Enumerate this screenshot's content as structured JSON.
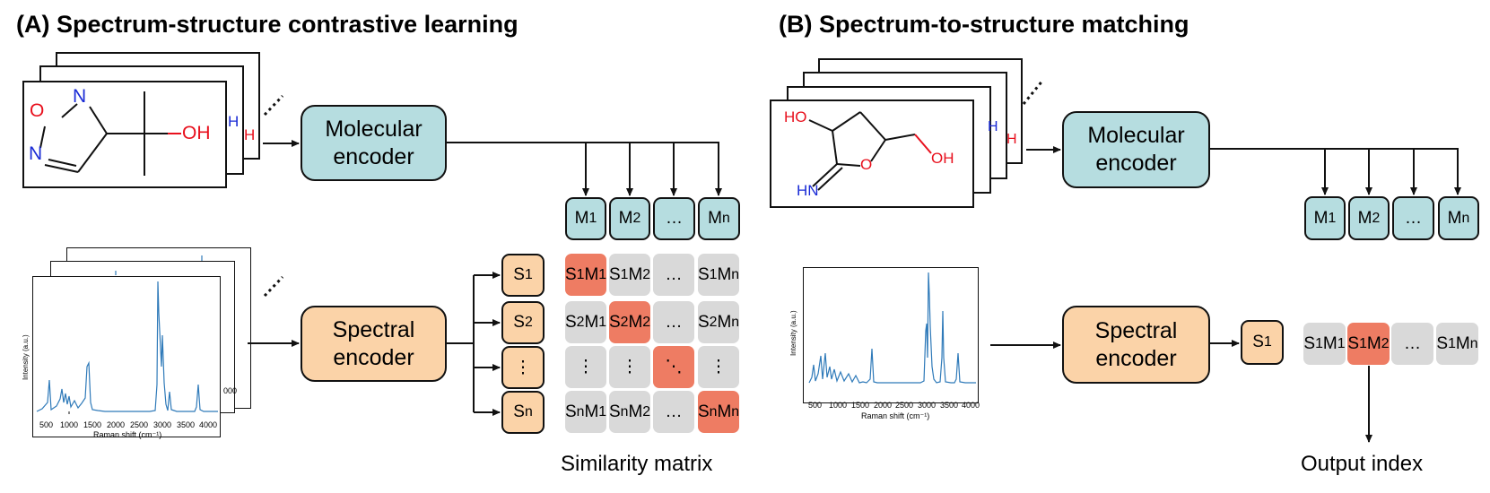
{
  "panelA": {
    "title": "(A) Spectrum-structure contrastive learning",
    "molecule": {
      "atoms": [
        "O",
        "N",
        "N",
        "OH"
      ],
      "behind_atom": "H"
    },
    "molecular_encoder": [
      "Molecular",
      "encoder"
    ],
    "spectral_encoder": [
      "Spectral",
      "encoder"
    ],
    "m_tokens": [
      {
        "b": "M",
        "s": "1"
      },
      {
        "b": "M",
        "s": "2"
      },
      {
        "b": "…",
        "s": ""
      },
      {
        "b": "M",
        "s": "n"
      }
    ],
    "s_tokens": [
      {
        "b": "S",
        "s": "1"
      },
      {
        "b": "S",
        "s": "2"
      },
      {
        "b": "⋮",
        "s": ""
      },
      {
        "b": "S",
        "s": "n"
      }
    ],
    "matrix": [
      [
        {
          "t": "S1M1",
          "h": true
        },
        {
          "t": "S1M2",
          "h": false
        },
        {
          "t": "…",
          "h": false
        },
        {
          "t": "S1Mn",
          "h": false
        }
      ],
      [
        {
          "t": "S2M1",
          "h": false
        },
        {
          "t": "S2M2",
          "h": true
        },
        {
          "t": "…",
          "h": false
        },
        {
          "t": "S2Mn",
          "h": false
        }
      ],
      [
        {
          "t": "⋮",
          "h": false
        },
        {
          "t": "⋮",
          "h": false
        },
        {
          "t": "⋱",
          "h": true
        },
        {
          "t": "⋮",
          "h": false
        }
      ],
      [
        {
          "t": "SnM1",
          "h": false
        },
        {
          "t": "SnM2",
          "h": false
        },
        {
          "t": "…",
          "h": false
        },
        {
          "t": "SnMn",
          "h": true
        }
      ]
    ],
    "matrix_caption": "Similarity matrix",
    "spectrum": {
      "ylabel": "Intensity (a.u.)",
      "xlabel": "Raman shift (cm⁻¹)",
      "xticks": [
        "500",
        "1000",
        "1500",
        "2000",
        "2500",
        "3000",
        "3500",
        "4000"
      ],
      "behind_tick": "000"
    }
  },
  "panelB": {
    "title": "(B) Spectrum-to-structure matching",
    "molecule": {
      "atoms": [
        "HO",
        "O",
        "OH",
        "HN"
      ],
      "behind_atom": "H"
    },
    "molecular_encoder": [
      "Molecular",
      "encoder"
    ],
    "spectral_encoder": [
      "Spectral",
      "encoder"
    ],
    "m_tokens": [
      {
        "b": "M",
        "s": "1"
      },
      {
        "b": "M",
        "s": "2"
      },
      {
        "b": "…",
        "s": ""
      },
      {
        "b": "M",
        "s": "n"
      }
    ],
    "s_token": {
      "b": "S",
      "s": "1"
    },
    "row": [
      {
        "t": "S1M1",
        "h": false
      },
      {
        "t": "S1M2",
        "h": true
      },
      {
        "t": "…",
        "h": false
      },
      {
        "t": "S1Mn",
        "h": false
      }
    ],
    "output_caption": "Output index",
    "spectrum": {
      "ylabel": "Intensity (a.u.)",
      "xlabel": "Raman shift (cm⁻¹)",
      "xticks": [
        "500",
        "1000",
        "1500",
        "2000",
        "2500",
        "3000",
        "3500",
        "4000"
      ]
    }
  },
  "colors": {
    "molecular": "#b6dde0",
    "spectral": "#fbd3a8",
    "highlight": "#ee7c63",
    "cell": "#d9d9d9",
    "spectrum_line": "#2f7ab9",
    "oxygen": "#e8101d",
    "nitrogen": "#1a2bd6"
  }
}
